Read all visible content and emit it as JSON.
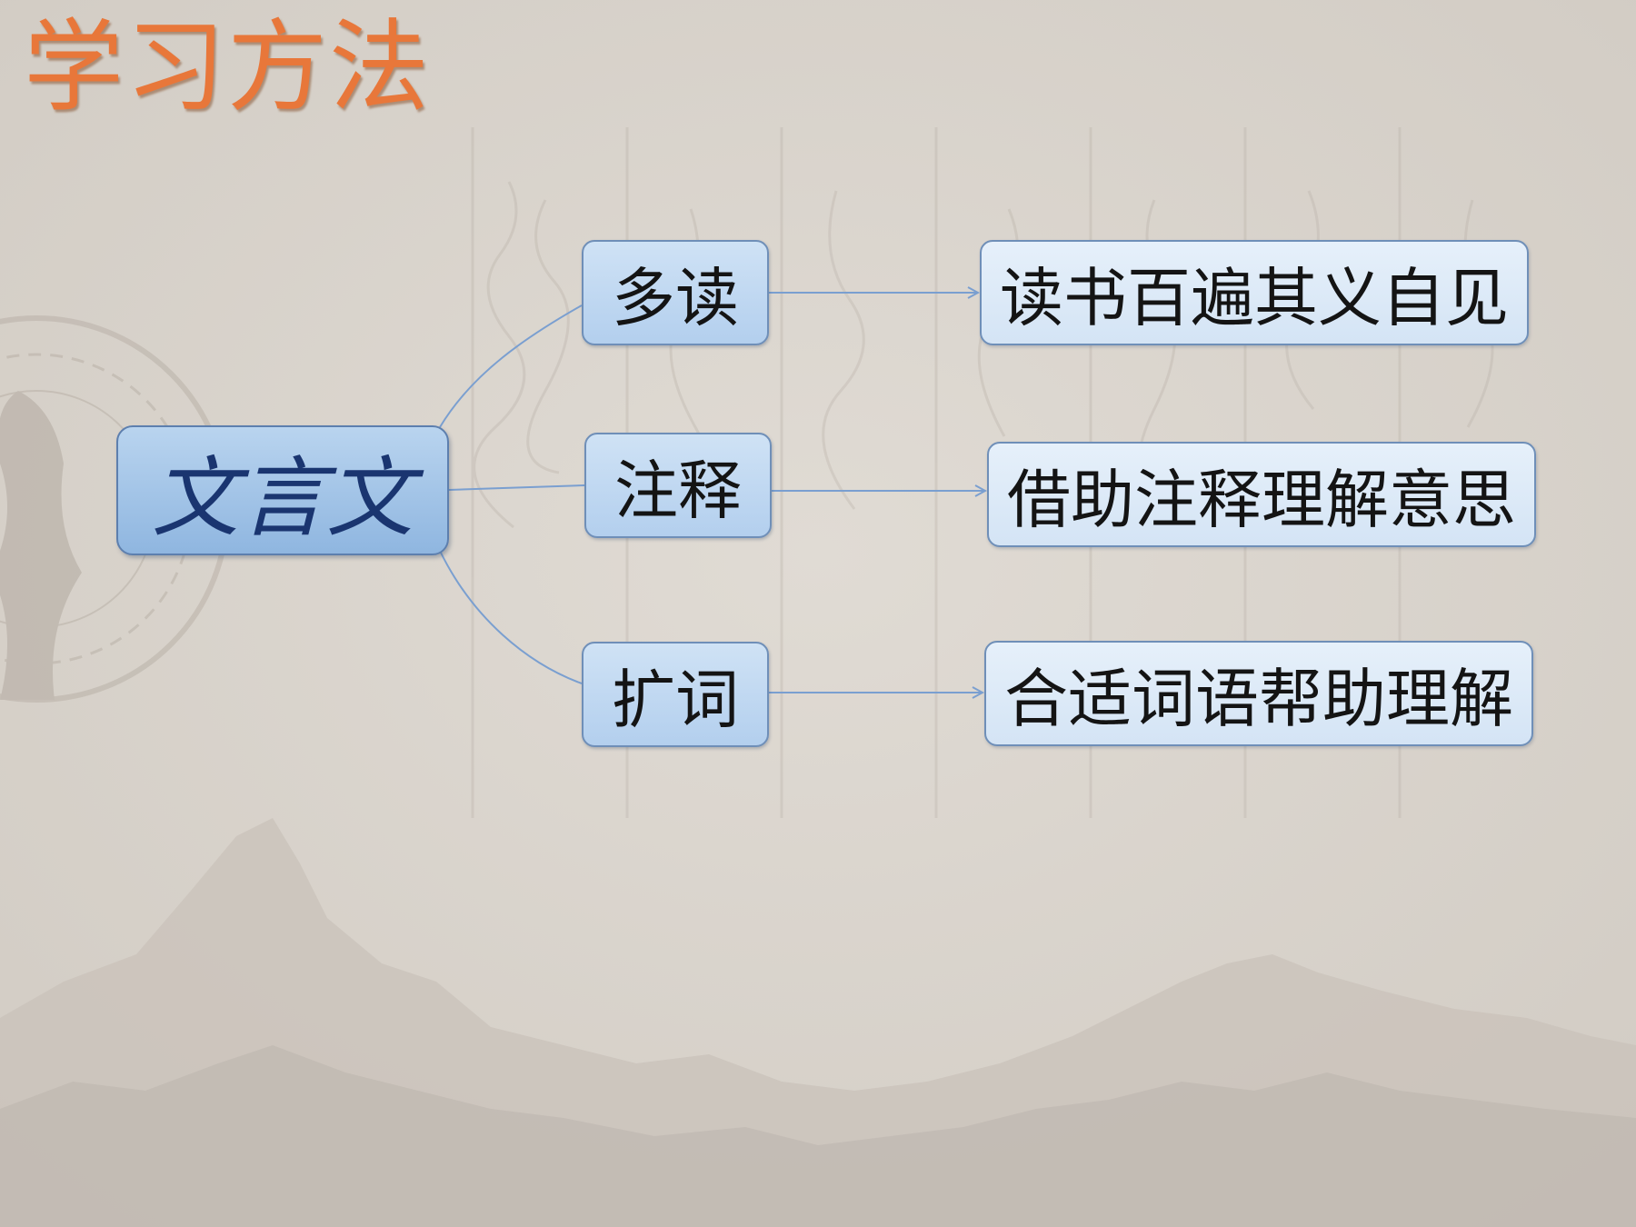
{
  "title": "学习方法",
  "colors": {
    "title": "#e8773a",
    "connector": "#7a9fd0",
    "root_fill": "#a7c6ea",
    "method_fill": "#c3d9f1",
    "detail_fill": "#dde9f7",
    "border": "#6f8fb8"
  },
  "root": {
    "label": "文言文"
  },
  "methods": [
    {
      "label": "多读",
      "detail": "读书百遍其义自见"
    },
    {
      "label": "注释",
      "detail": "借助注释理解意思"
    },
    {
      "label": "扩词",
      "detail": "合适词语帮助理解"
    }
  ]
}
